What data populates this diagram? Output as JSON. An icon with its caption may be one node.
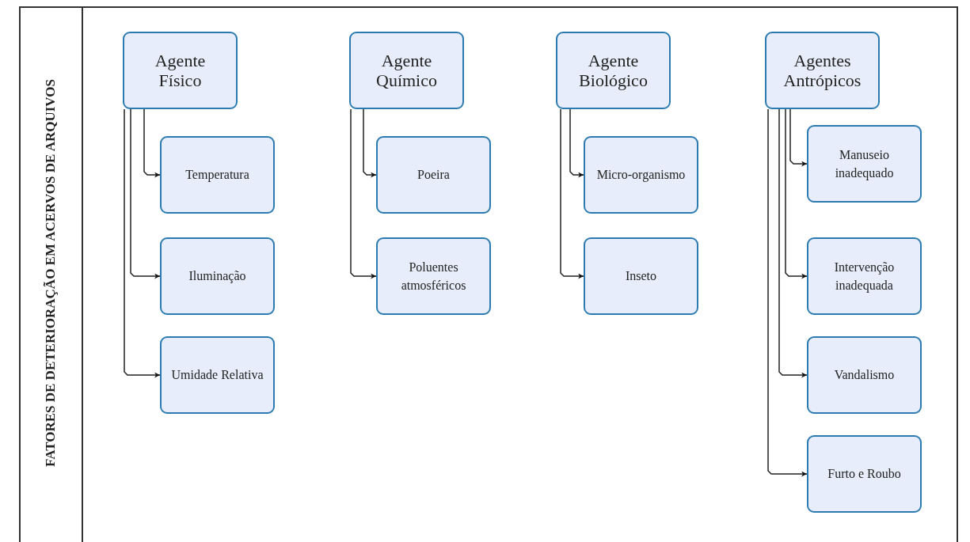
{
  "diagram": {
    "title": "FATORES DE DETERIORAÇÃO EM ACERVOS DE ARQUIVOS",
    "nodes": [
      {
        "text": [
          "Agente Físico"
        ]
      },
      {
        "text": [
          "Temperatura"
        ]
      },
      {
        "text": [
          "Iluminação"
        ]
      },
      {
        "text": [
          "Umidade Relativa"
        ]
      },
      {
        "text": [
          "Agente Químico"
        ]
      },
      {
        "text": [
          "Poeira"
        ]
      },
      {
        "text": [
          "Poluentes atmosféricos"
        ]
      },
      {
        "text": [
          "Agente Biológico"
        ]
      },
      {
        "text": [
          "Micro-organismo"
        ]
      },
      {
        "text": [
          "Inseto"
        ]
      },
      {
        "text": [
          "Agentes Antrópicos"
        ]
      },
      {
        "text": [
          "Manuseio inadequado"
        ]
      },
      {
        "text": [
          "Intervenção inadequada"
        ]
      },
      {
        "text": [
          "Vandalismo"
        ]
      },
      {
        "text": [
          "Furto e Roubo"
        ]
      }
    ],
    "edges": [
      {
        "from": 0,
        "to": 1,
        "arrow": "to"
      },
      {
        "from": 0,
        "to": 2,
        "arrow": "to"
      },
      {
        "from": 0,
        "to": 3,
        "arrow": "to"
      },
      {
        "from": 4,
        "to": 5,
        "arrow": "to"
      },
      {
        "from": 4,
        "to": 6,
        "arrow": "to"
      },
      {
        "from": 7,
        "to": 8,
        "arrow": "to"
      },
      {
        "from": 7,
        "to": 9,
        "arrow": "to"
      },
      {
        "from": 10,
        "to": 11,
        "arrow": "to"
      },
      {
        "from": 10,
        "to": 12,
        "arrow": "to"
      },
      {
        "from": 10,
        "to": 13,
        "arrow": "to"
      },
      {
        "from": 10,
        "to": 14,
        "arrow": "to"
      }
    ]
  }
}
